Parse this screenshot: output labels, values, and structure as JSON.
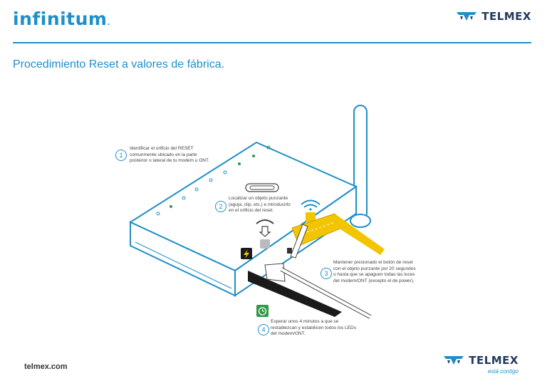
{
  "header": {
    "brand_left": "infinitum",
    "brand_right": "TELMEX",
    "title": "Procedimiento Reset a valores de fábrica."
  },
  "steps": [
    {
      "number": "1",
      "text_lines": [
        "Identificar el orificio del RESET",
        "comunmente ubicado en la parte",
        "posterior o lateral de tu modem u ONT."
      ]
    },
    {
      "number": "2",
      "text_lines": [
        "Localizar un objeto punzante",
        "(aguja, clip, etc.) e introducirlo",
        "en el orificio del reset."
      ]
    },
    {
      "number": "3",
      "text_lines": [
        "Mantener presionado el botón de reset",
        "con el objeto punzante por 20 segundos",
        "o hasta que se apaguen todas las luces",
        "del modem/ONT (excepto el de power)."
      ]
    },
    {
      "number": "4",
      "text_lines": [
        "Esperar unos 4 minutos a que se",
        "restablezcan y estabilicen todos los LEDs",
        "del modem/ONT."
      ]
    }
  ],
  "footer": {
    "url": "telmex.com",
    "brand": "TELMEX",
    "tagline": "está contigo"
  },
  "colors": {
    "blue": "#1f8fc9",
    "navy": "#223a5e",
    "yellow": "#f2c500",
    "green": "#2e9a4b",
    "dark": "#1a1a1a"
  }
}
